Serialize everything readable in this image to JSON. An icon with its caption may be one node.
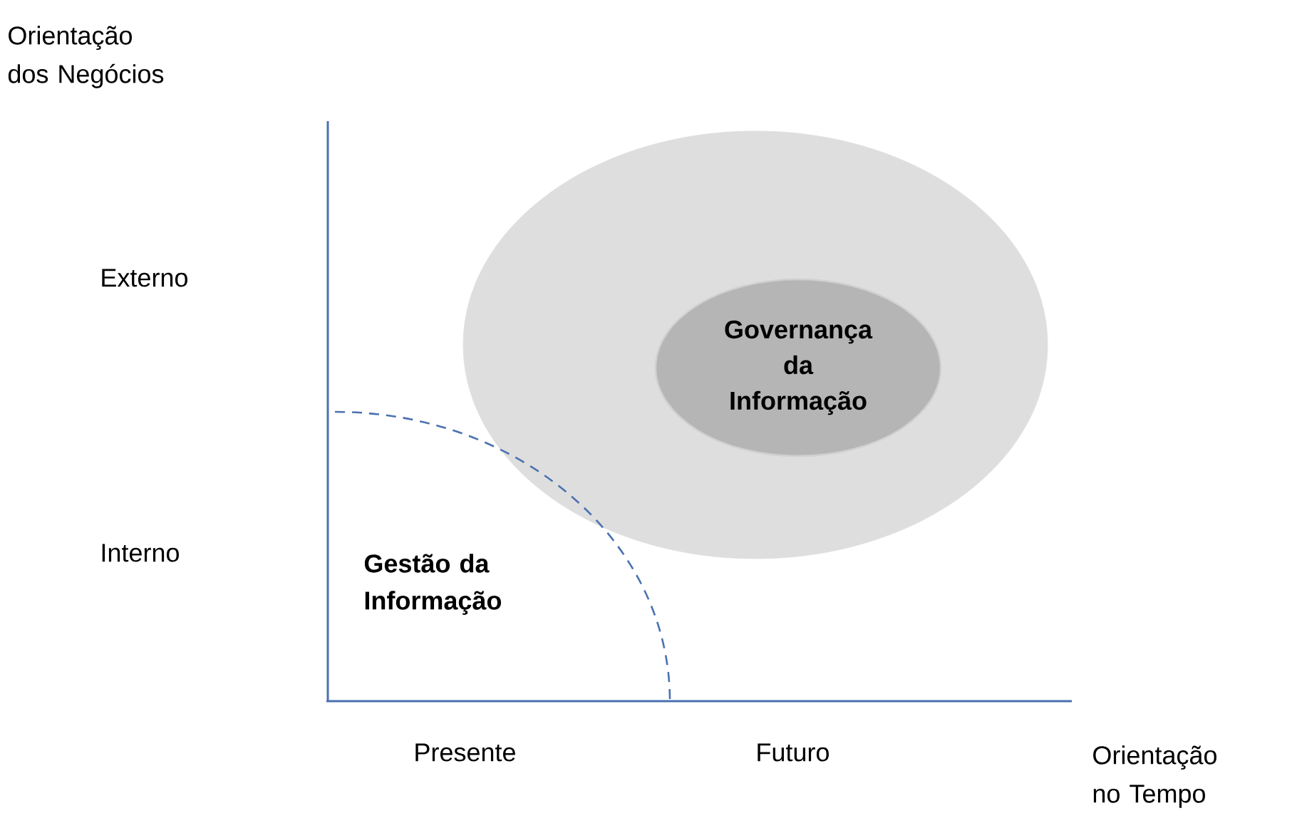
{
  "diagram": {
    "nodes": [
      {
        "text": [],
        "shape": "ellipse"
      },
      {
        "text": [
          "Governança da Informação"
        ],
        "in": 0
      },
      {
        "text": [
          "Gestão da Informação"
        ]
      }
    ],
    "labels": [
      "Orientação dos Negócios",
      "Externo",
      "Interno",
      "Presente",
      "Futuro",
      "Orientação no Tempo"
    ]
  }
}
